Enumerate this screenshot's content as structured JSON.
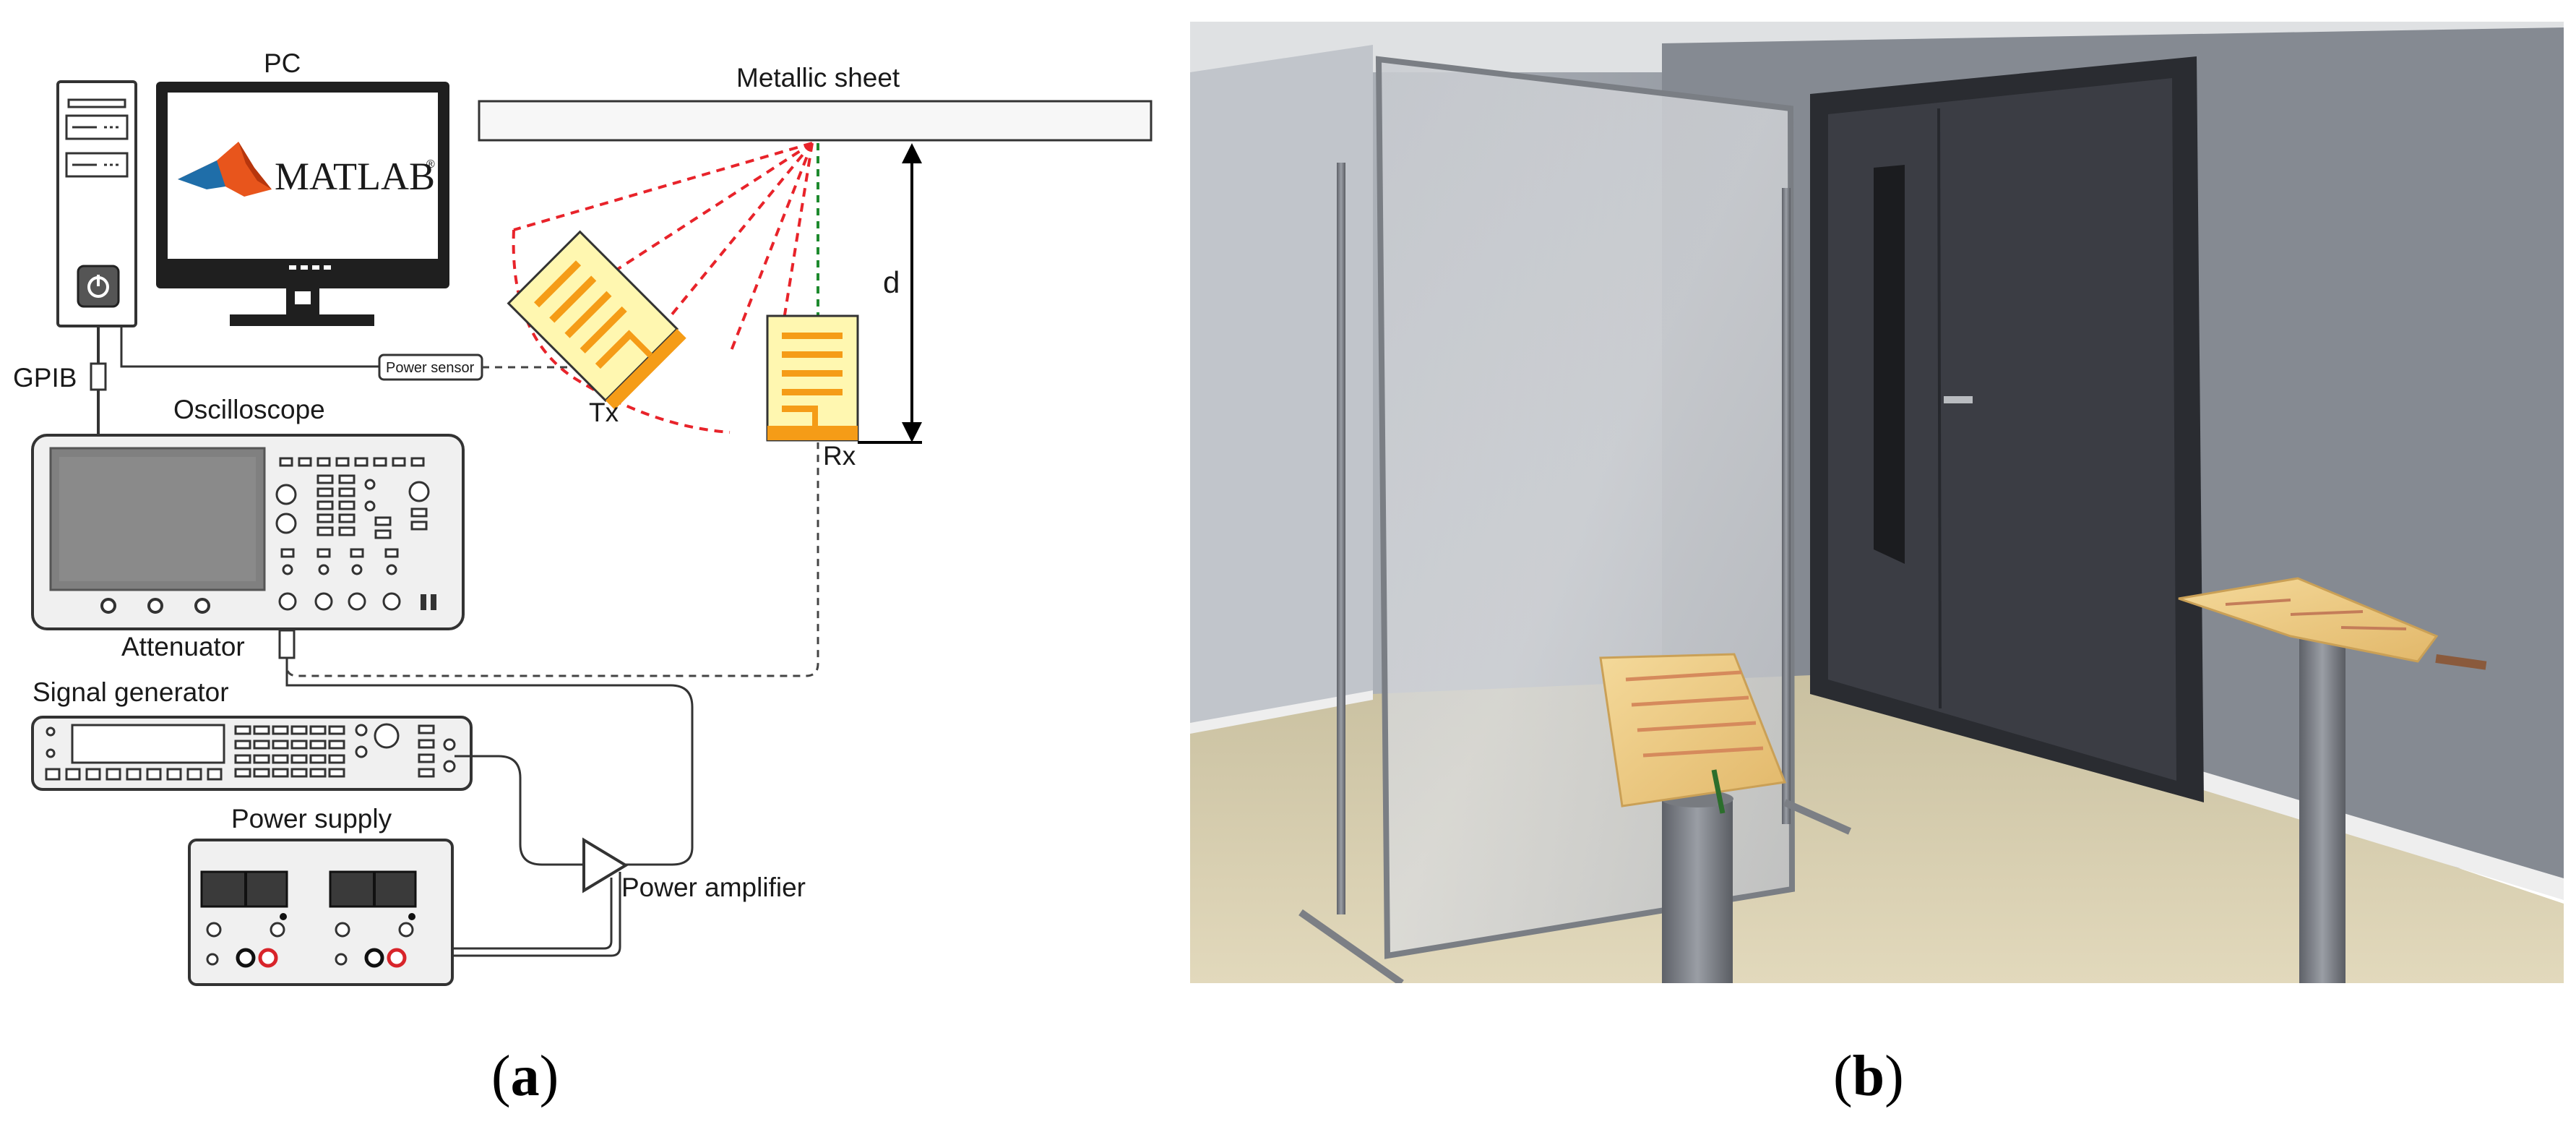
{
  "diagram": {
    "pc_label": "PC",
    "matlab_text": "MATLAB",
    "matlab_reg": "®",
    "metallic_sheet_label": "Metallic sheet",
    "gpib_label": "GPIB",
    "oscilloscope_label": "Oscilloscope",
    "power_sensor_label": "Power sensor",
    "tx_label": "Tx",
    "rx_label": "Rx",
    "distance_label": "d",
    "attenuator_label": "Attenuator",
    "signal_generator_label": "Signal generator",
    "power_supply_label": "Power supply",
    "power_amplifier_label": "Power amplifier"
  },
  "captions": {
    "a": {
      "open": "(",
      "letter": "a",
      "close": ")"
    },
    "b": {
      "open": "(",
      "letter": "b",
      "close": ")"
    }
  },
  "colors": {
    "antenna_fill": "#fff7b0",
    "antenna_strip": "#f59c17",
    "beam_dash": "#e8232a",
    "normal_line": "#1e8a2e",
    "wall": "#7c8088",
    "door": "#3b3d44",
    "floor": "#d4c9a6"
  }
}
